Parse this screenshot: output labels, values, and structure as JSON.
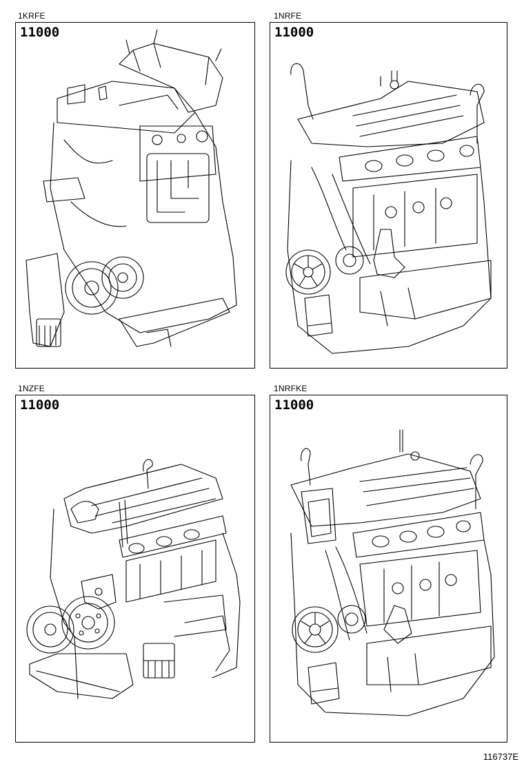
{
  "diagram": {
    "type": "parts-catalog-illustration",
    "panels": [
      {
        "engine_code": "1KRFE",
        "part_number": "11000",
        "illustration": "partial engine assembly with oil filter and pulleys"
      },
      {
        "engine_code": "1NRFE",
        "part_number": "11000",
        "illustration": "partial engine assembly with lifting hooks and crank pulley"
      },
      {
        "engine_code": "1NZFE",
        "part_number": "11000",
        "illustration": "partial engine assembly with two pulleys and oil filter"
      },
      {
        "engine_code": "1NRFKE",
        "part_number": "11000",
        "illustration": "partial engine assembly with lifting hooks and crank pulley"
      }
    ],
    "figure_id": "116737E"
  }
}
